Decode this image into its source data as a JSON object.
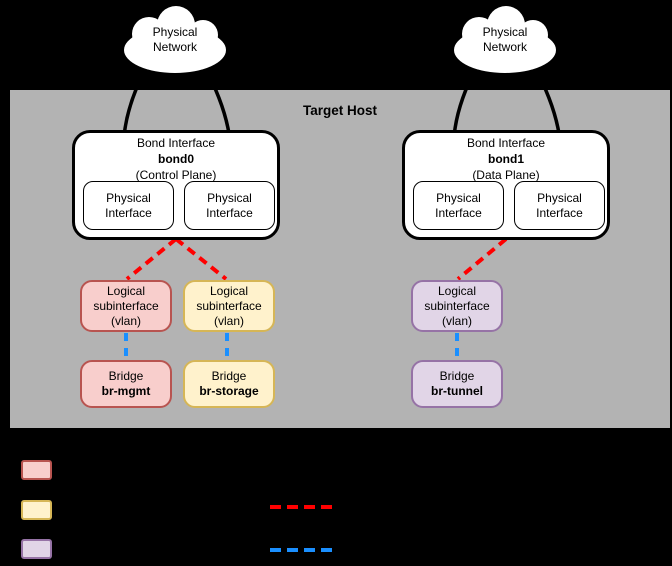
{
  "host": {
    "title": "Target Host"
  },
  "clouds": [
    {
      "label": "Physical Network"
    },
    {
      "label": "Physical Network"
    }
  ],
  "bonds": [
    {
      "title": "Bond Interface",
      "name": "bond0",
      "plane": "(Control Plane)",
      "interfaces": [
        "Physical Interface",
        "Physical Interface"
      ]
    },
    {
      "title": "Bond Interface",
      "name": "bond1",
      "plane": "(Data Plane)",
      "interfaces": [
        "Physical Interface",
        "Physical Interface"
      ]
    }
  ],
  "subinterfaces": [
    {
      "label": "Logical subinterface (vlan)",
      "color": "pink"
    },
    {
      "label": "Logical subinterface (vlan)",
      "color": "yellow"
    },
    {
      "label": "Logical subinterface (vlan)",
      "color": "purple"
    }
  ],
  "bridges": [
    {
      "label": "Bridge",
      "name": "br-mgmt",
      "color": "pink"
    },
    {
      "label": "Bridge",
      "name": "br-storage",
      "color": "yellow"
    },
    {
      "label": "Bridge",
      "name": "br-tunnel",
      "color": "purple"
    }
  ],
  "connections": {
    "red_dashed": [
      "bond0 → vlan (br-mgmt)",
      "bond0 → vlan (br-storage)",
      "bond1 → vlan (br-tunnel)"
    ],
    "blue_dashed": [
      "vlan → br-mgmt",
      "vlan → br-storage",
      "vlan → br-tunnel"
    ],
    "solid_black": [
      "Physical Network → bond0 interfaces",
      "Physical Network → bond1 interfaces"
    ]
  },
  "legend": {
    "swatches": [
      {
        "name": "pink-swatch",
        "fill": "#f8cecc",
        "stroke": "#b85450"
      },
      {
        "name": "yellow-swatch",
        "fill": "#fff2cc",
        "stroke": "#d6b656"
      },
      {
        "name": "purple-swatch",
        "fill": "#e1d5e7",
        "stroke": "#9673a6"
      }
    ],
    "lines": [
      {
        "name": "red-dashed-line",
        "color": "#ff0000"
      },
      {
        "name": "blue-dashed-line",
        "color": "#1a8fff"
      }
    ]
  },
  "colors": {
    "background": "#000000",
    "host_fill": "#b3b3b3",
    "node_fill": "#ffffff",
    "pink_fill": "#f8cecc",
    "pink_stroke": "#b85450",
    "yellow_fill": "#fff2cc",
    "yellow_stroke": "#d6b656",
    "purple_fill": "#e1d5e7",
    "purple_stroke": "#9673a6",
    "red_dashed": "#ff0000",
    "blue_dashed": "#1a8fff",
    "line_black": "#000000"
  }
}
